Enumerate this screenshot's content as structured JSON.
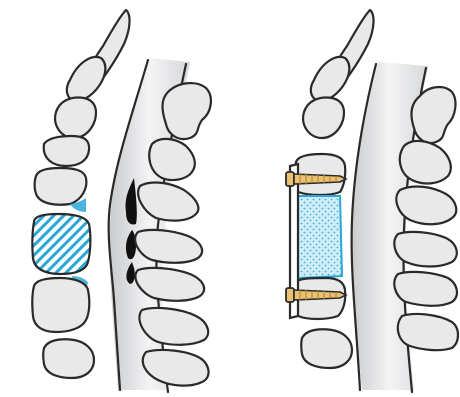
{
  "colors": {
    "background": "#ffffff",
    "bone_fill": "#e9e9ea",
    "outline": "#2a2a2a",
    "canal_shadow": "#c9cbcd",
    "hatch_blue": "#2aa7d6",
    "graft_blue_fill": "#cdeefa",
    "graft_dots": "#4fa8cf",
    "screw_gold": "#e8c172",
    "screw_gold_dark": "#b98a35"
  },
  "panels": [
    {
      "name": "before",
      "icons": [
        "cervical-spine-vertebrae",
        "degenerated-disc-hatched",
        "spinal-cord-compression"
      ]
    },
    {
      "name": "after",
      "icons": [
        "cervical-spine-vertebrae",
        "bone-graft-spacer",
        "fixation-plate",
        "bone-screw"
      ]
    }
  ]
}
